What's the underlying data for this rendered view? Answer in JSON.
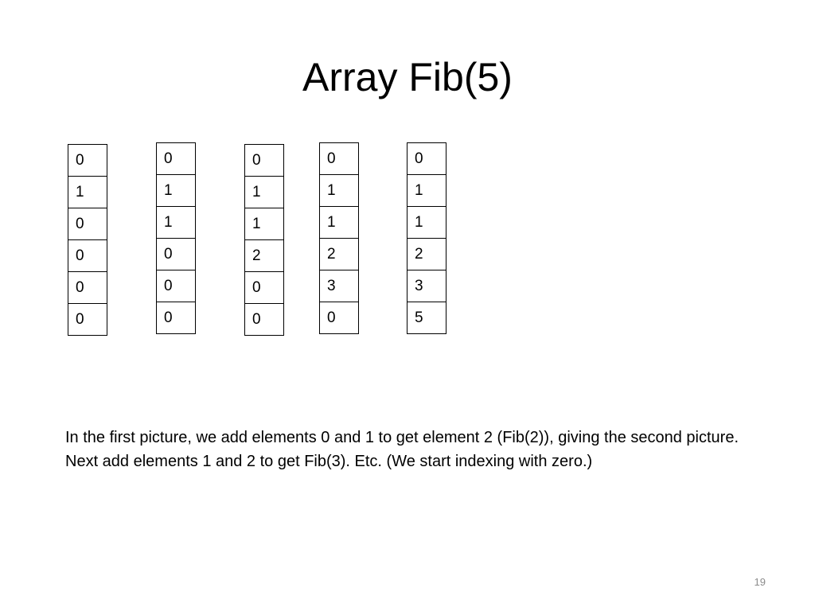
{
  "slide": {
    "title": "Array Fib(5)",
    "arrays": [
      {
        "cells": [
          "0",
          "1",
          "0",
          "0",
          "0",
          "0"
        ]
      },
      {
        "cells": [
          "0",
          "1",
          "1",
          "0",
          "0",
          "0"
        ]
      },
      {
        "cells": [
          "0",
          "1",
          "1",
          "2",
          "0",
          "0"
        ]
      },
      {
        "cells": [
          "0",
          "1",
          "1",
          "2",
          "3",
          "0"
        ]
      },
      {
        "cells": [
          "0",
          "1",
          "1",
          "2",
          "3",
          "5"
        ]
      }
    ],
    "caption": "In the first picture, we add elements 0 and 1 to get element 2 (Fib(2)), giving the second picture. Next add elements 1 and 2 to get Fib(3). Etc. (We start indexing with zero.)",
    "page_number": "19"
  }
}
